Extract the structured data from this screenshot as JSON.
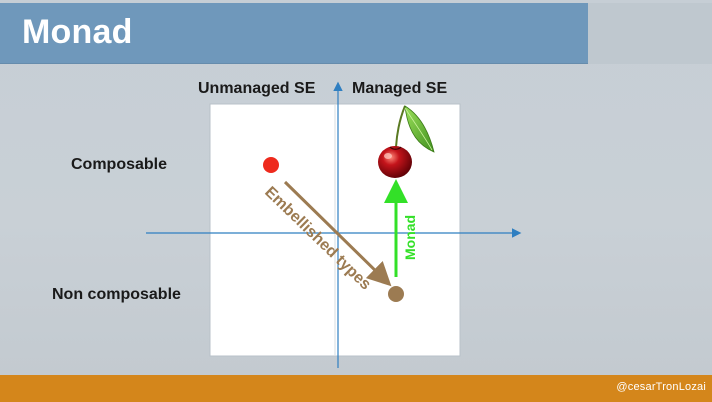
{
  "slide": {
    "title": "Monad"
  },
  "quadrant": {
    "col_left_label": "Unmanaged SE",
    "col_right_label": "Managed SE",
    "row_top_label": "Composable",
    "row_bottom_label": "Non composable"
  },
  "arrows": {
    "diagonal_label": "Embellished types",
    "vertical_label": "Monad"
  },
  "colors": {
    "title_bar": "#6f98bb",
    "axis": "#2f7fc1",
    "red_dot": "#ee2a1d",
    "brown": "#9c7b52",
    "green": "#33e028",
    "footer": "#d4861b"
  },
  "icons": {
    "cherry": "cherry-icon"
  },
  "footer": {
    "handle": "@cesarTronLozai"
  }
}
